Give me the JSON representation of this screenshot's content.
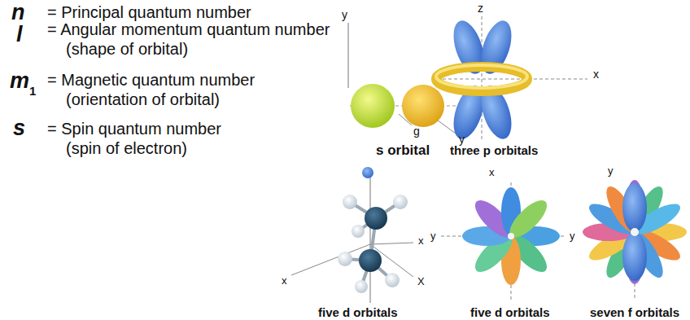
{
  "diagram": {
    "labels": [
      "n",
      "= Principal quantum number",
      "l",
      "= Angular momentum quantum number (shape of orbital)",
      "m",
      "1",
      "= Magnetic quantum number (orientation of orbital)",
      "s",
      "= Spin quantum number (spin of electron)",
      "y",
      "g",
      "y",
      "s orbital",
      "z",
      "x",
      "three p orbitals",
      "x",
      "x",
      "X",
      "five d orbitals",
      "x",
      "y",
      "y",
      "five d orbitals",
      "y",
      "seven f orbitals"
    ]
  }
}
